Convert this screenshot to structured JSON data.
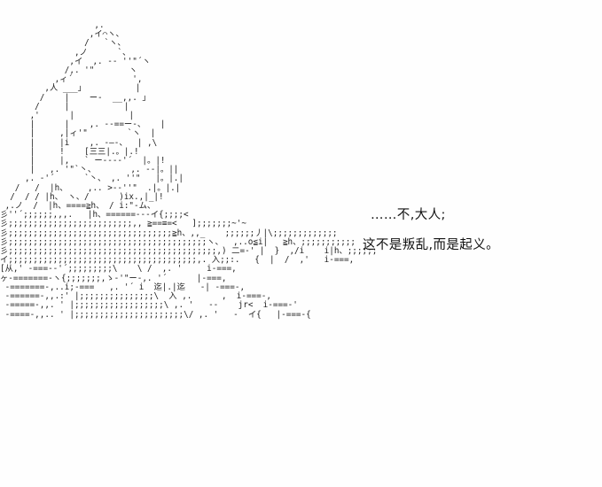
{
  "scene": {
    "background_color": "#fefefe",
    "text_color": "#1d1d1d"
  },
  "ascii_art": {
    "name": "ascii-art-character",
    "description": "monospace-text-illustration",
    "content": "                   ,.\n                  ,イ⌒ヽ、\n                 /   `ヽ、\n               ,ノ      `、\n              ,イ  ,. -‐ ''\"´ヽ\n             /,. '\"       ヽ\n           ,ィ´            ',\n         ,人 ___」          |\n        /    |    ー-  __,,. 」\n       /     |           |\n      ,'      |           |\n      |      |    ,. -‐==ー-、   |\n      |     ,|ィ'\"        `ヽ  |\n      |     |i    ,. -―-、  | ,\\\n      |     !    [三三|.。|.!\n      |     |,   ` ー---‐'´  |。|!\n      |   ,. '\"`丶、       ,. -‐|。||\n     ,. -'´      `丶、 ,. ''\"   |。|.|\n   /   /  |h、    ,.. >-‐''\"  .|。|.|\n  /  / / |h、 ヽ、/      )ix.,|_|!\n ,.ノ  /  |h、====≧h、 / i:\"-ム、\n彡''´;;;;;;,,,.   |h、======---イ{;;;;<\n彡;;;;;;;;;;;;;;;;;;;;;;;;;,, ≧==≡=<   ];;;;;;;~'~\n彡;;;;;;;;;;;;;;;;;;;;;;;;;;;;;;;;;≧h、,,_    ;;;;;;丿|\\;;;;;;;;;;;;;\n彡;;;;;;;;;;;;;;;;;;;;;;;;;;;;;;;;;;;;;;;;ヽ、  ,..o≦i|   ≧h、;;;;;;;;;;;\n彡;;;;;;;;;;;;;;;;;;;;;;;;;;;;;;;;;;;;;;;;;;,) 二=-' |  }  ,/i    i|h、;;;;;;\nイ;;;;;;;;;;;;;;;;;;;;;;;;;;;;;;;;;;;;;;,. 入;;:.   {  |  /  ,'   i-===,\n[从,' -===-‐'´;;;;;;;;;\\    \\ /  ,. '     i-===,\nヶ-=======-ヽ{;;;;;;;,ゝ-'\"ー-,. '´      |-===,\n -=======-,..i;-===   ,. '´ i  迄|.|迄   ‐| -===-,\n -======-,,.:' |;;;;;;;;;;;;;;;\\  入 ,.      ,  i-===-,\n -=====-,,. ' |;;;;;;;;;;;;;;;;;;\\ ,. '   --    jr<  i-===-'\n -====-,,.. ' |;;;;;;;;;;;;;;;;;;;;;;\\/ ,. '   -  イ{   |-===-{"
  },
  "dialogue": {
    "name": "dialogue-text-block",
    "lines": [
      {
        "text": "……不,大人;",
        "indent": 1
      },
      {
        "text": "这不是叛乱,而是起义。",
        "indent": 2
      }
    ]
  }
}
